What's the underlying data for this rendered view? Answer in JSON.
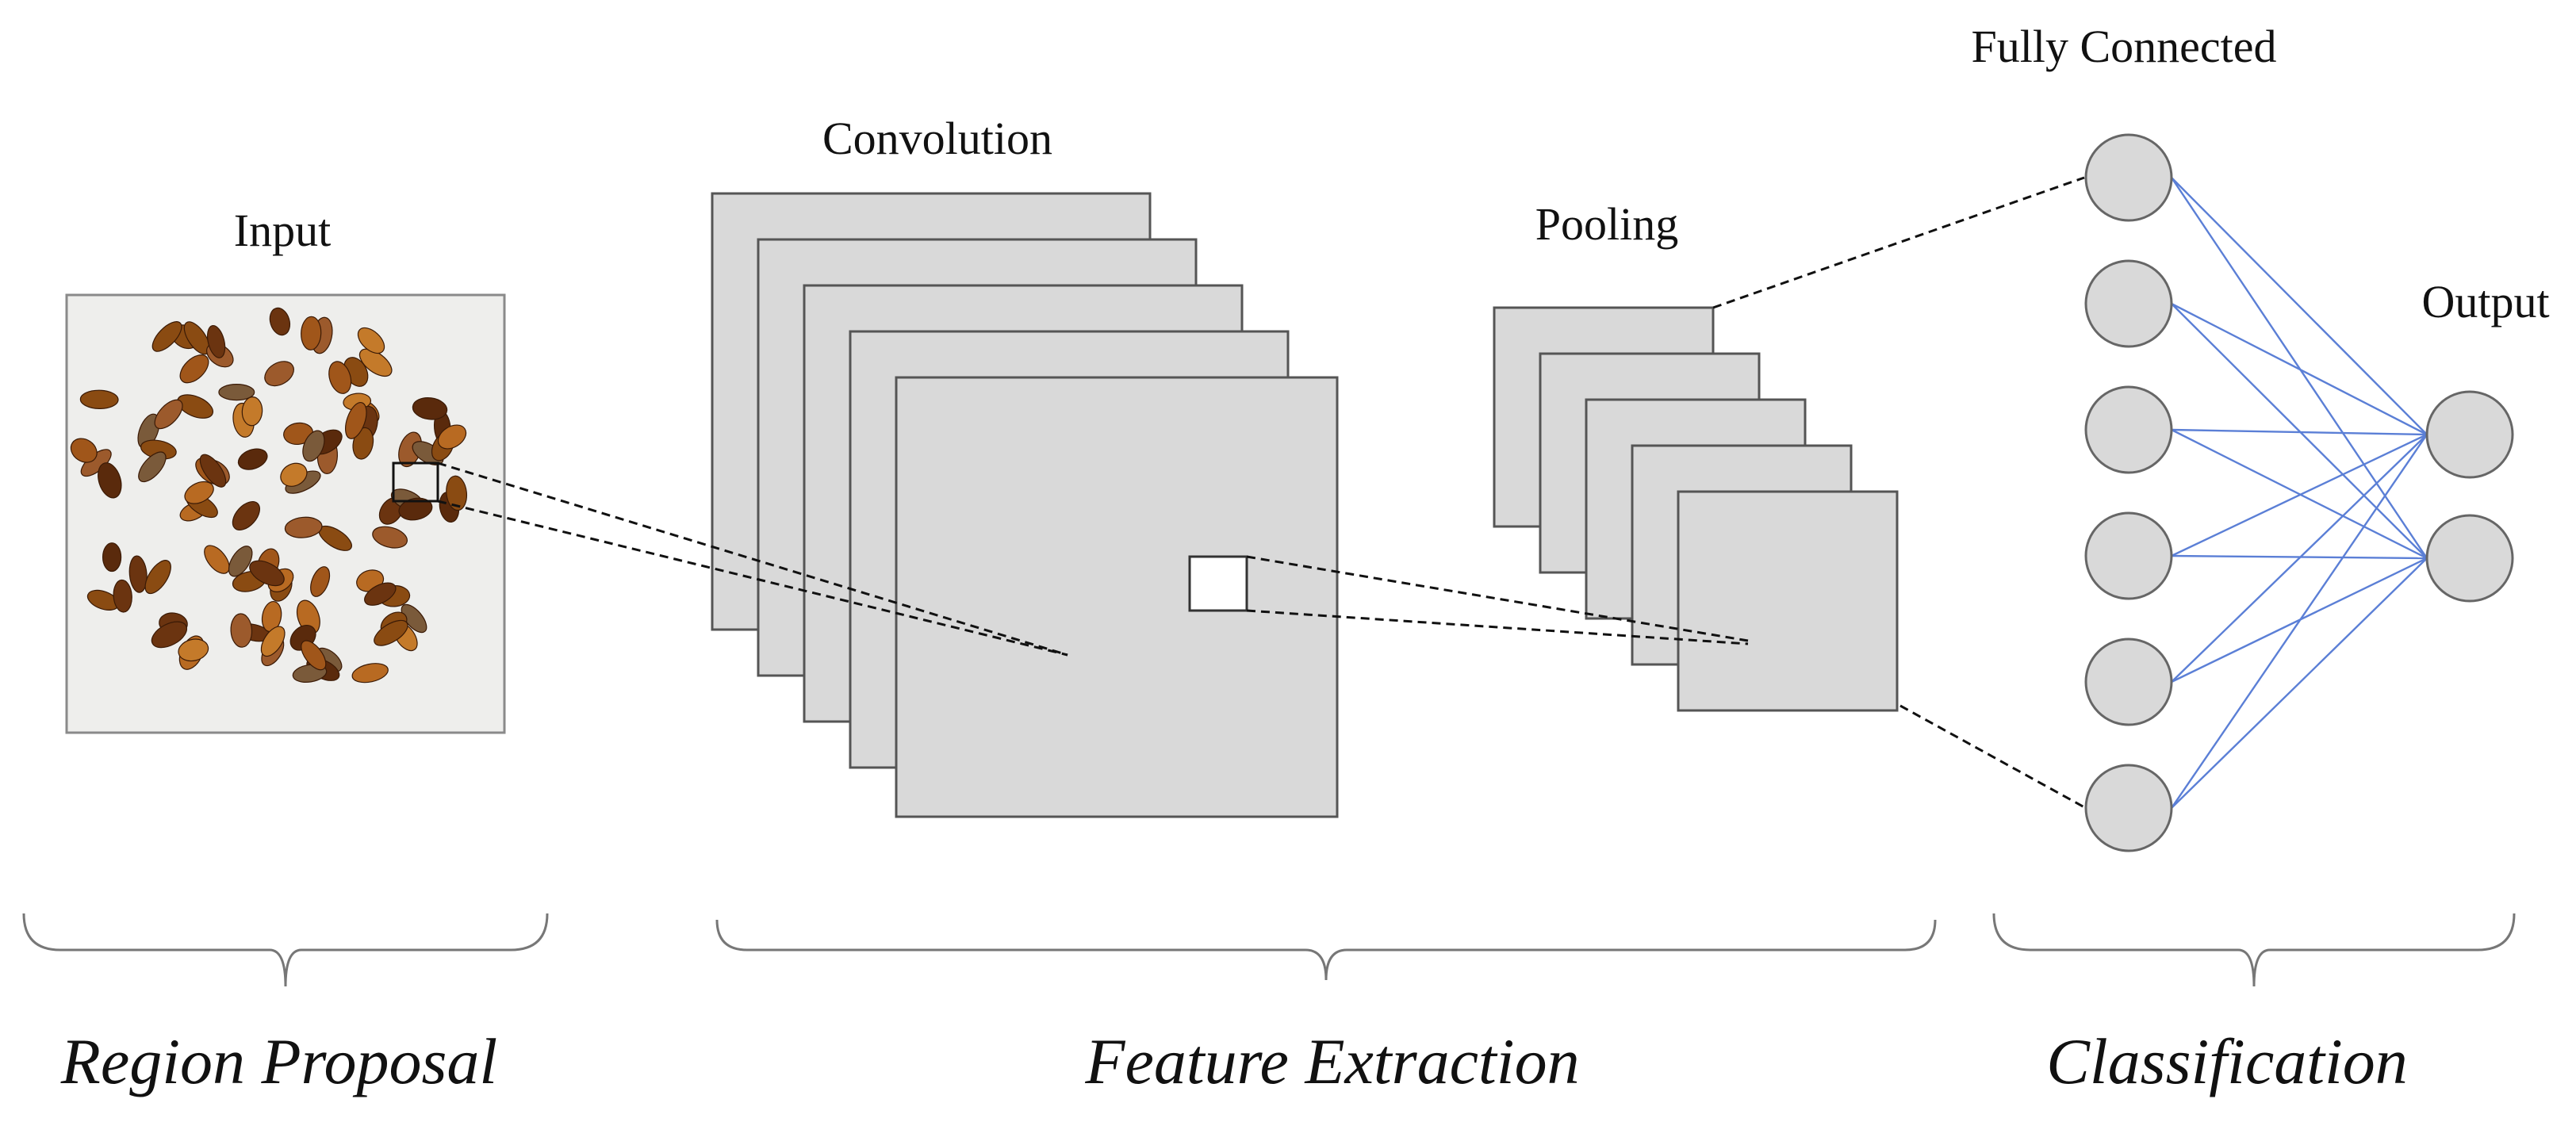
{
  "labels": {
    "input": "Input",
    "convolution": "Convolution",
    "pooling": "Pooling",
    "fully_connected": "Fully Connected",
    "output": "Output"
  },
  "sections": {
    "region_proposal": "Region Proposal",
    "feature_extraction": "Feature Extraction",
    "classification": "Classification"
  },
  "network": {
    "fully_connected_nodes": 6,
    "output_nodes": 2,
    "convolution_maps": 5,
    "pooling_maps": 5
  },
  "colors": {
    "map_fill": "#d9d9d9",
    "map_stroke": "#555555",
    "node_fill": "#d9d9d9",
    "node_stroke": "#666666",
    "connection": "#5b7fd6",
    "dashed": "#111111",
    "brace": "#777777",
    "photo_bg": "#eeeeec"
  }
}
